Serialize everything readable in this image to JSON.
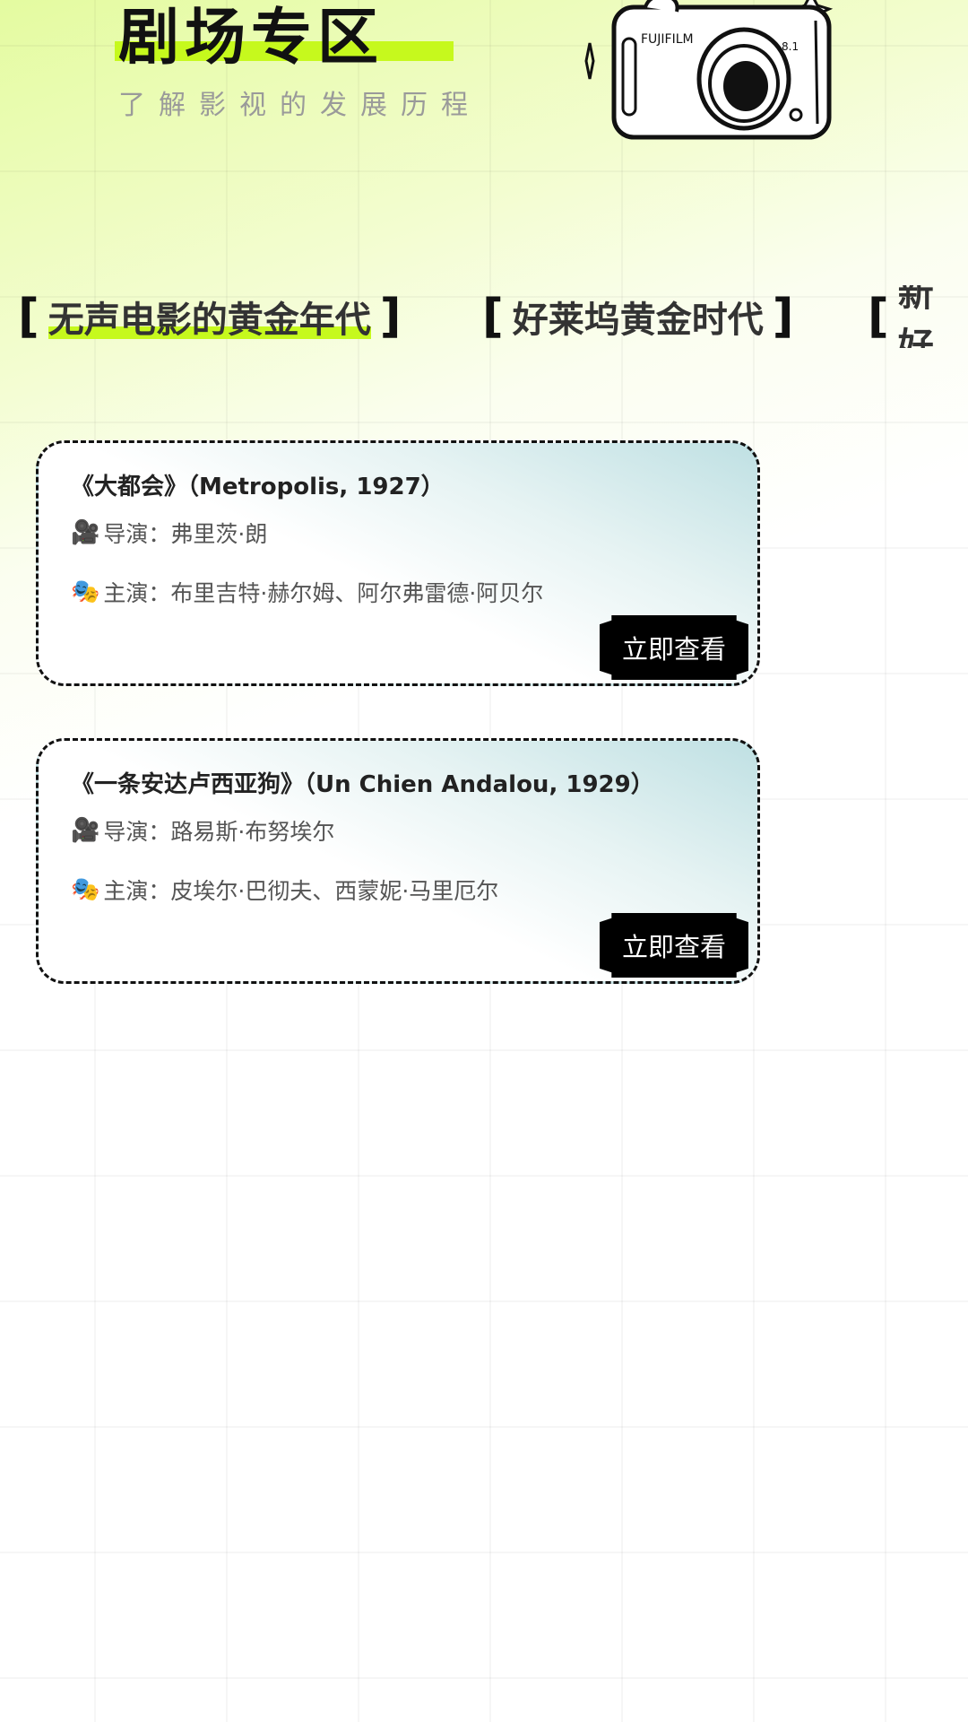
{
  "header": {
    "title": "剧场专区",
    "subtitle": "了解影视的发展历程",
    "camera_brand": "FUJIFILM",
    "camera_model": "8.1",
    "accent_color": "#c6f91d"
  },
  "tabs": [
    {
      "label": "无声电影的黄金年代",
      "active": true
    },
    {
      "label": "好莱坞黄金时代",
      "active": false
    },
    {
      "label": "新好",
      "active": false
    }
  ],
  "cards": [
    {
      "title": "《大都会》（Metropolis, 1927）",
      "director_icon": "🎥",
      "director": "导演：弗里茨·朗",
      "actor_icon": "🎭",
      "actors": "主演：布里吉特·赫尔姆、阿尔弗雷德·阿贝尔",
      "button": "立即查看"
    },
    {
      "title": "《一条安达卢西亚狗》（Un Chien Andalou, 1929）",
      "director_icon": "🎥",
      "director": "导演：路易斯·布努埃尔",
      "actor_icon": "🎭",
      "actors": "主演：皮埃尔·巴彻夫、西蒙妮·马里厄尔",
      "button": "立即查看"
    }
  ]
}
